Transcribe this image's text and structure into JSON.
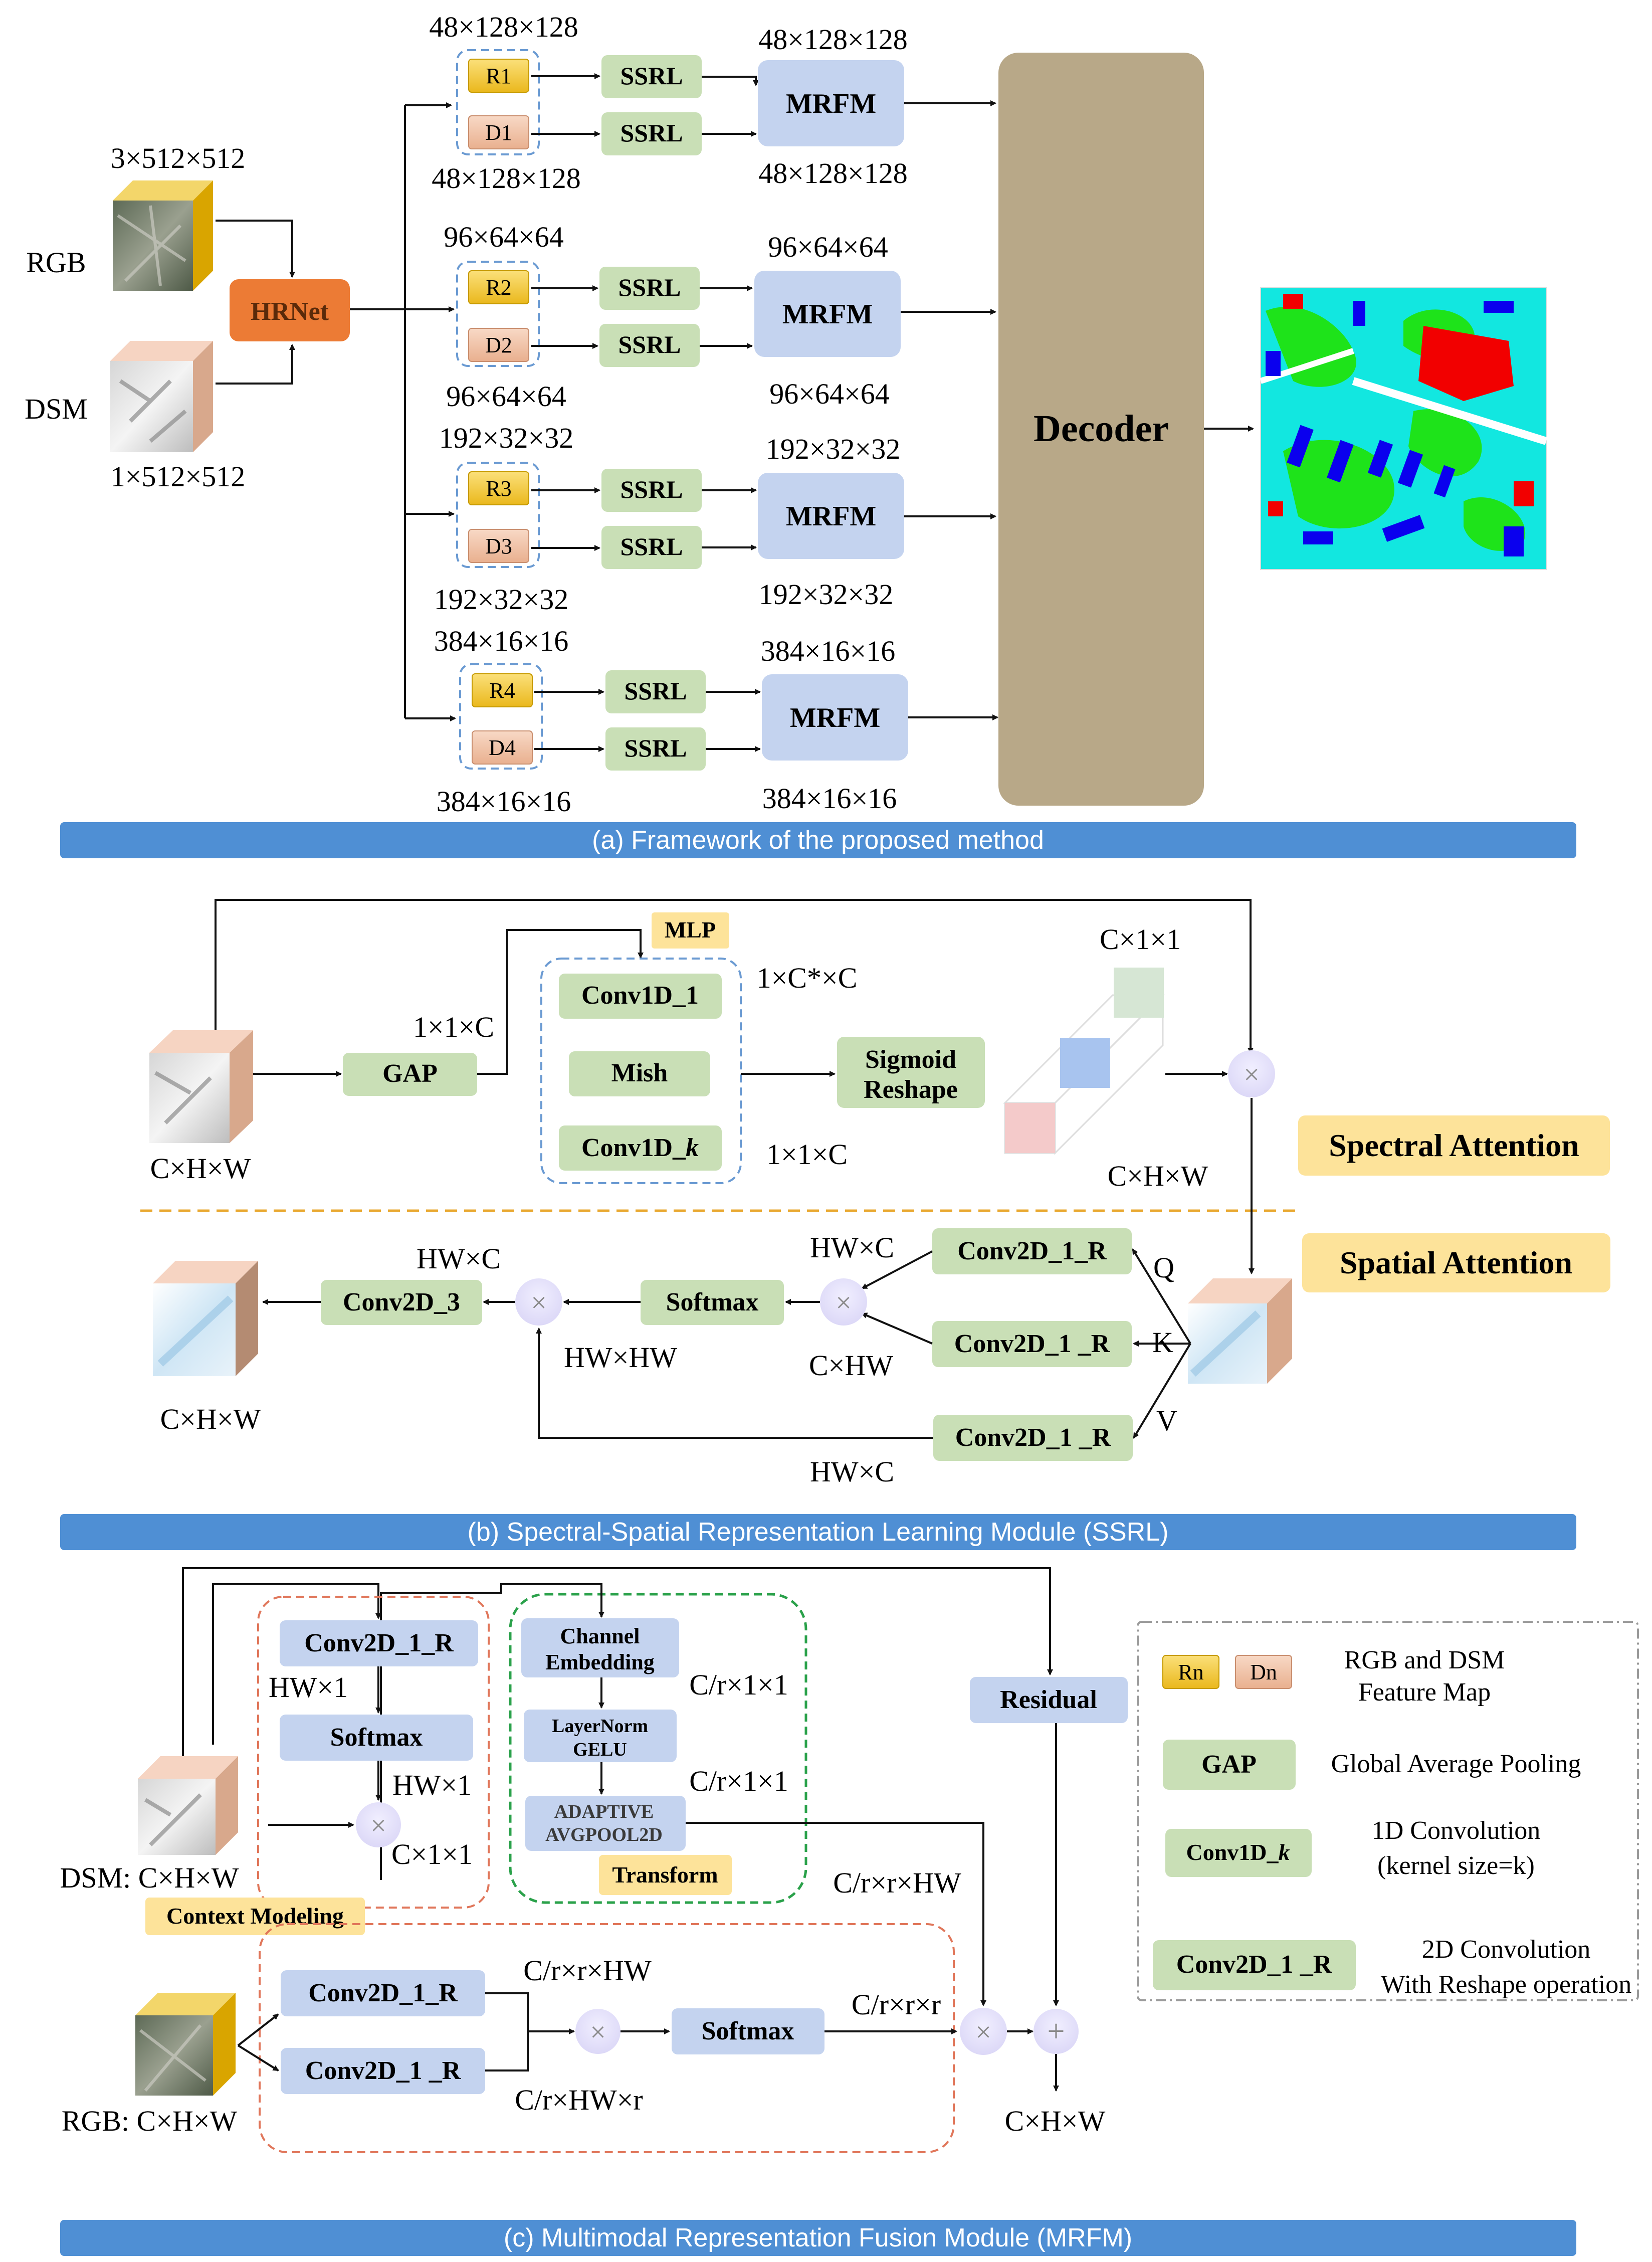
{
  "banners": {
    "a": "(a) Framework of the proposed method",
    "b": "(b) Spectral-Spatial Representation Learning Module (SSRL)",
    "c": "(c) Multimodal Representation Fusion Module (MRFM)"
  },
  "panel_a": {
    "rgb_label": "RGB",
    "dsm_label": "DSM",
    "rgb_shape": "3×512×512",
    "dsm_shape": "1×512×512",
    "hrnet": "HRNet",
    "decoder": "Decoder",
    "ssrl": "SSRL",
    "mrfm": "MRFM",
    "stages": [
      {
        "r": "R1",
        "d": "D1",
        "top": "48×128×128",
        "bottom": "48×128×128",
        "mrfm_top": "48×128×128",
        "mrfm_bottom": "48×128×128"
      },
      {
        "r": "R2",
        "d": "D2",
        "top": "96×64×64",
        "bottom": "96×64×64",
        "mrfm_top": "96×64×64",
        "mrfm_bottom": "96×64×64"
      },
      {
        "r": "R3",
        "d": "D3",
        "top": "192×32×32",
        "bottom": "192×32×32",
        "mrfm_top": "192×32×32",
        "mrfm_bottom": "192×32×32"
      },
      {
        "r": "R4",
        "d": "D4",
        "top": "384×16×16",
        "bottom": "384×16×16",
        "mrfm_top": "384×16×16",
        "mrfm_bottom": "384×16×16"
      }
    ]
  },
  "panel_b": {
    "input_label": "C×H×W",
    "gap": "GAP",
    "gap_out": "1×1×C",
    "mlp": "MLP",
    "conv1d_1": "Conv1D_1",
    "mish": "Mish",
    "conv1d_k": "Conv1D_",
    "conv1d_k_ital": "k",
    "mlp_top": "1×C*×C",
    "mlp_bottom": "1×1×C",
    "sigmoid": "Sigmoid",
    "reshape": "Reshape",
    "weights_top": "C×1×1",
    "weights_bottom": "C×H×W",
    "spectral_attention": "Spectral Attention",
    "spatial_attention": "Spatial Attention",
    "conv2d_1_r": "Conv2D_1_R",
    "conv2d_1_r_spaced": "Conv2D_1 _R",
    "softmax": "Softmax",
    "conv2d_3": "Conv2D_3",
    "q": "Q",
    "k": "K",
    "v": "V",
    "q_shape": "HW×C",
    "k_shape": "C×HW",
    "v_shape": "HW×C",
    "attn_shape": "HW×HW",
    "out_shape_top": "HW×C",
    "output_label": "C×H×W"
  },
  "panel_c": {
    "dsm_label": "DSM: C×H×W",
    "rgb_label": "RGB: C×H×W",
    "conv2d_1_r": "Conv2D_1_R",
    "conv2d_1_r_spaced": "Conv2D_1 _R",
    "softmax": "Softmax",
    "hw1_a": "HW×1",
    "hw1_b": "HW×1",
    "c11": "C×1×1",
    "context_modeling": "Context Modeling",
    "channel_embedding_1": "Channel",
    "channel_embedding_2": "Embedding",
    "layernorm_1": "LayerNorm",
    "layernorm_2": "GELU",
    "adaptive_1": "ADAPTIVE",
    "adaptive_2": "AVGPOOL2D",
    "cr11_a": "C/r×1×1",
    "cr11_b": "C/r×1×1",
    "transform": "Transform",
    "crrhw_right": "C/r×r×HW",
    "residual": "Residual",
    "crrhw_top": "C/r×r×HW",
    "crhwr": "C/r×HW×r",
    "crrr": "C/r×r×r",
    "output_label": "C×H×W"
  },
  "legend": {
    "rn": "Rn",
    "dn": "Dn",
    "feature_map_1": "RGB and DSM",
    "feature_map_2": "Feature Map",
    "gap": "GAP",
    "gap_desc": "Global Average Pooling",
    "conv1d_k": "Conv1D_",
    "conv1d_k_ital": "k",
    "conv1d_desc_1": "1D Convolution",
    "conv1d_desc_2": "(kernel size=k)",
    "conv2d": "Conv2D_1 _R",
    "conv2d_desc_1": "2D Convolution",
    "conv2d_desc_2": "With Reshape operation"
  },
  "colors": {
    "green": "#c9dfb6",
    "blue": "#c4d3ef",
    "tan": "#b8a888",
    "orange": "#ec7b35",
    "yellow": "#f7c62b",
    "peach": "#f2c3a8",
    "banner": "#4f8fd4",
    "note": "#fde39a"
  }
}
